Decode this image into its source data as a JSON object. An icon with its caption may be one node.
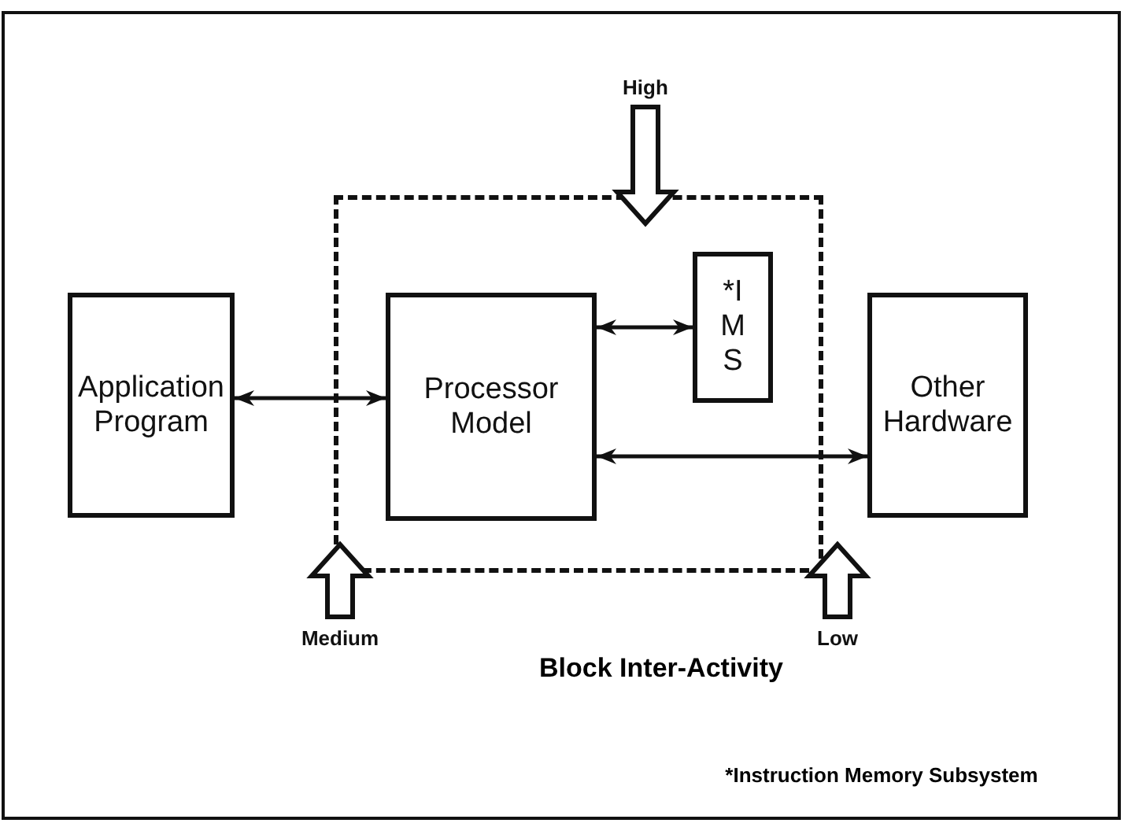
{
  "diagram": {
    "nodes": [
      {
        "text": [
          "Application Program"
        ]
      },
      {
        "text": [],
        "shape": "box"
      },
      {
        "text": [
          "Processor Model"
        ],
        "in": 1
      },
      {
        "text": [
          "*I M S"
        ],
        "in": 1
      },
      {
        "text": [
          "Other Hardware"
        ]
      },
      {
        "text": [
          "High"
        ]
      },
      {
        "text": [
          "Medium"
        ]
      },
      {
        "text": [
          "Low"
        ]
      }
    ],
    "edges": [
      {
        "from": 0,
        "to": 2,
        "arrow": "both"
      },
      {
        "from": 2,
        "to": 3,
        "arrow": "both"
      },
      {
        "from": 2,
        "to": 4,
        "arrow": "both"
      },
      {
        "from": 5,
        "to": 1,
        "arrow": "to",
        "style": "thick"
      },
      {
        "from": 6,
        "to": 1,
        "arrow": "to",
        "style": "thick"
      },
      {
        "from": 7,
        "to": 1,
        "arrow": "to",
        "style": "thick"
      }
    ],
    "labels": [
      "Block Inter-Activity",
      "*Instruction Memory Subsystem"
    ]
  }
}
